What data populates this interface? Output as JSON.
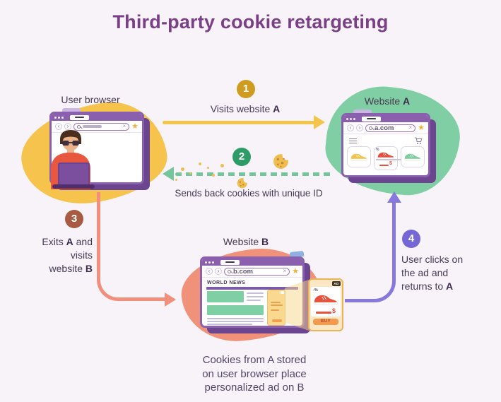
{
  "title": "Third-party cookie retargeting",
  "labels": {
    "user_browser": "User browser",
    "website_prefix": "Website ",
    "website_a": "A",
    "website_b": "B"
  },
  "steps": {
    "s1": {
      "num": "1",
      "pre": "Visits website ",
      "bold": "A"
    },
    "s2": {
      "num": "2",
      "text": "Sends back cookies with unique ID"
    },
    "s3": {
      "num": "3",
      "l1_pre": "Exits ",
      "l1_bold": "A",
      "l1_post": " and",
      "l2": "visits",
      "l3_pre": "website ",
      "l3_bold": "B"
    },
    "s4": {
      "num": "4",
      "l1": "User clicks on",
      "l2": "the ad and",
      "l3_pre": "returns to ",
      "l3_bold": "A"
    }
  },
  "browser_a": {
    "url": "a.com",
    "price": "$"
  },
  "browser_b": {
    "url": "b.com",
    "headline": "WORLD NEWS"
  },
  "ad_card": {
    "badge": "AD",
    "discount": "-%",
    "price": "$",
    "buy": "BUY"
  },
  "caption": {
    "l1": "Cookies from A stored",
    "l2": "on user browser place",
    "l3": "personalized ad on B"
  },
  "colors": {
    "background": "#f7f3f8",
    "title": "#7a3f87",
    "text": "#473a56",
    "step1_badge": "#cf9c20",
    "step1_arrow": "#f3c64b",
    "step2_badge": "#2d9c66",
    "step2_arrow": "#74c49c",
    "step3_badge": "#a85a42",
    "step3_arrow": "#f0907c",
    "step4_badge": "#7568d6",
    "step4_arrow": "#8678dd",
    "browser_frame": "#8a5fae",
    "blob_yellow": "#f6c34c",
    "blob_green": "#80cfa4",
    "blob_salmon": "#f0927a",
    "shoe_yellow": "#f2c34d",
    "shoe_red": "#e8503c",
    "shoe_green": "#7ccf9f"
  }
}
